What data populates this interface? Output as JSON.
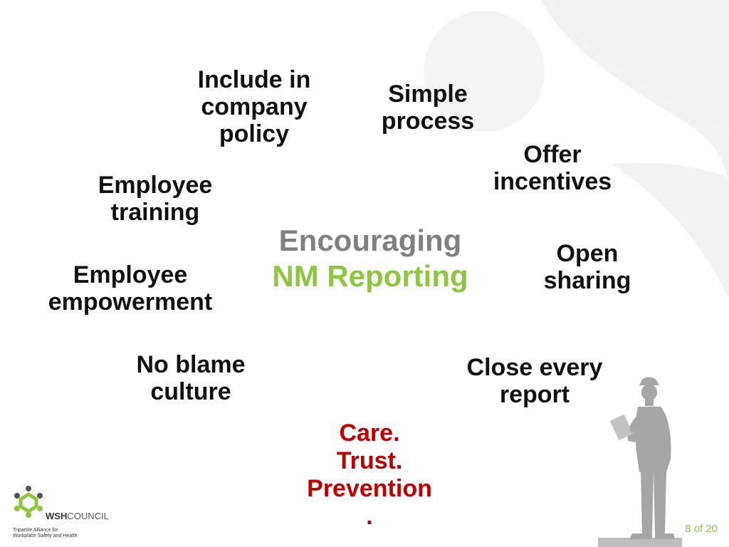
{
  "slide": {
    "center": {
      "line1": "Encouraging",
      "line2": "NM Reporting"
    },
    "phrases": {
      "include_policy": "Include in\ncompany\npolicy",
      "simple_process": "Simple\nprocess",
      "offer_incentives": "Offer\nincentives",
      "employee_training": "Employee\ntraining",
      "open_sharing": "Open\nsharing",
      "employee_empowerment": "Employee\nempowerment",
      "no_blame": "No blame\nculture",
      "close_report": "Close every\nreport"
    },
    "motto": {
      "line1": "Care.",
      "line2": "Trust.",
      "line3": "Prevention",
      "line4": "."
    },
    "logo": {
      "brand_bold": "WSH",
      "brand_rest": "COUNCIL",
      "tagline": "Tripartite Alliance for\nWorkplace Safety and Health"
    },
    "page_number": "8 of 20",
    "colors": {
      "accent_green": "#8dc63f",
      "title_gray": "#808080",
      "motto_red": "#c00000",
      "decor_gray": "#f2f2f2",
      "silhouette_gray": "#a6a6a6"
    }
  }
}
